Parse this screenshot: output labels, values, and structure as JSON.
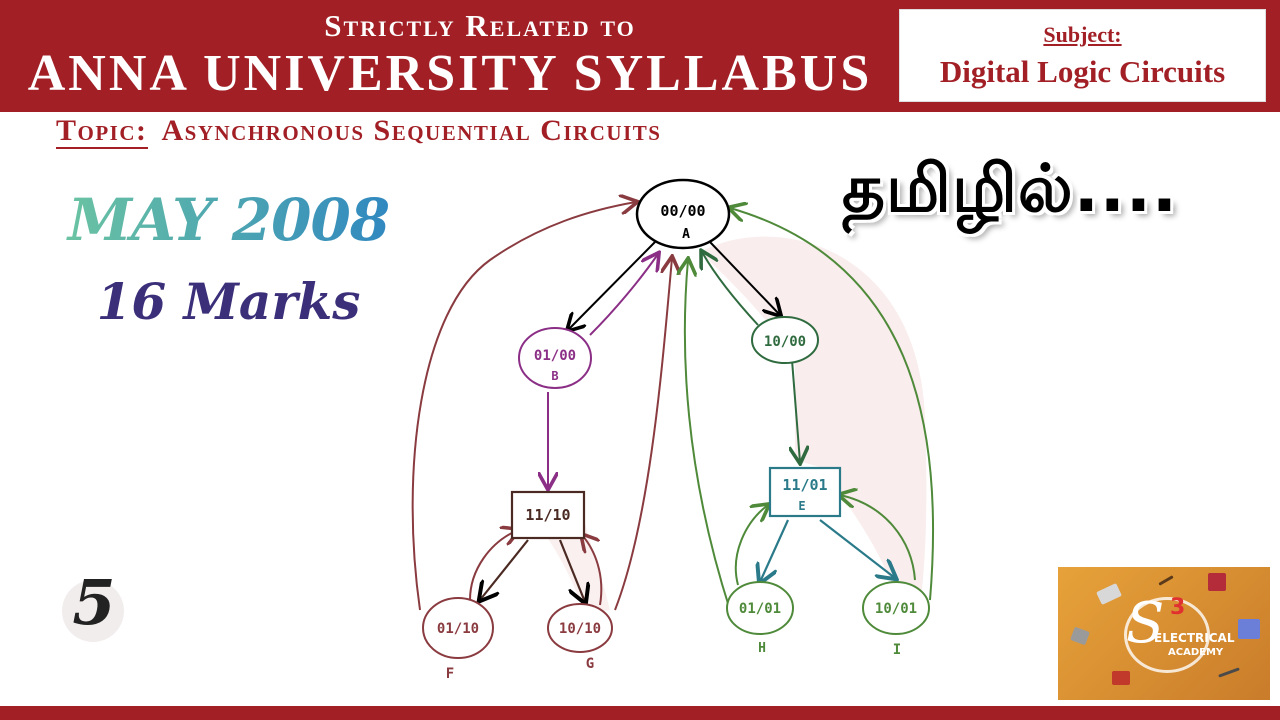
{
  "header": {
    "line1": "Strictly Related to",
    "line2": "ANNA UNIVERSITY SYLLABUS"
  },
  "subject": {
    "label": "Subject:",
    "name": "Digital Logic Circuits"
  },
  "topic": {
    "label": "Topic:",
    "name": "Asynchronous Sequential Circuits"
  },
  "exam": {
    "date": "MAY 2008",
    "marks": "16 Marks"
  },
  "language": "தமிழில்....",
  "episode_number": "5",
  "logo": {
    "mark": "S",
    "superscript": "3",
    "line1": "ELECTRICAL",
    "line2": "ACADEMY"
  },
  "diagram": {
    "nodes": [
      {
        "id": "A",
        "code": "00/00",
        "color": "#000000"
      },
      {
        "id": "B",
        "code": "01/00",
        "color": "#8b2f86"
      },
      {
        "id": "C",
        "code": "10/00",
        "color": "#2f6b3f"
      },
      {
        "id": "D",
        "code": "11/10",
        "color": "#4a2a22"
      },
      {
        "id": "E",
        "code": "11/01",
        "color": "#2a7a8a"
      },
      {
        "id": "F",
        "code": "01/10",
        "color": "#8a3b40"
      },
      {
        "id": "G",
        "code": "10/10",
        "color": "#8a3b40"
      },
      {
        "id": "H",
        "code": "01/01",
        "color": "#4f8a3a"
      },
      {
        "id": "I",
        "code": "10/01",
        "color": "#4f8a3a"
      }
    ]
  },
  "colors": {
    "banner": "#a11f25",
    "accent_text": "#a11f25"
  }
}
